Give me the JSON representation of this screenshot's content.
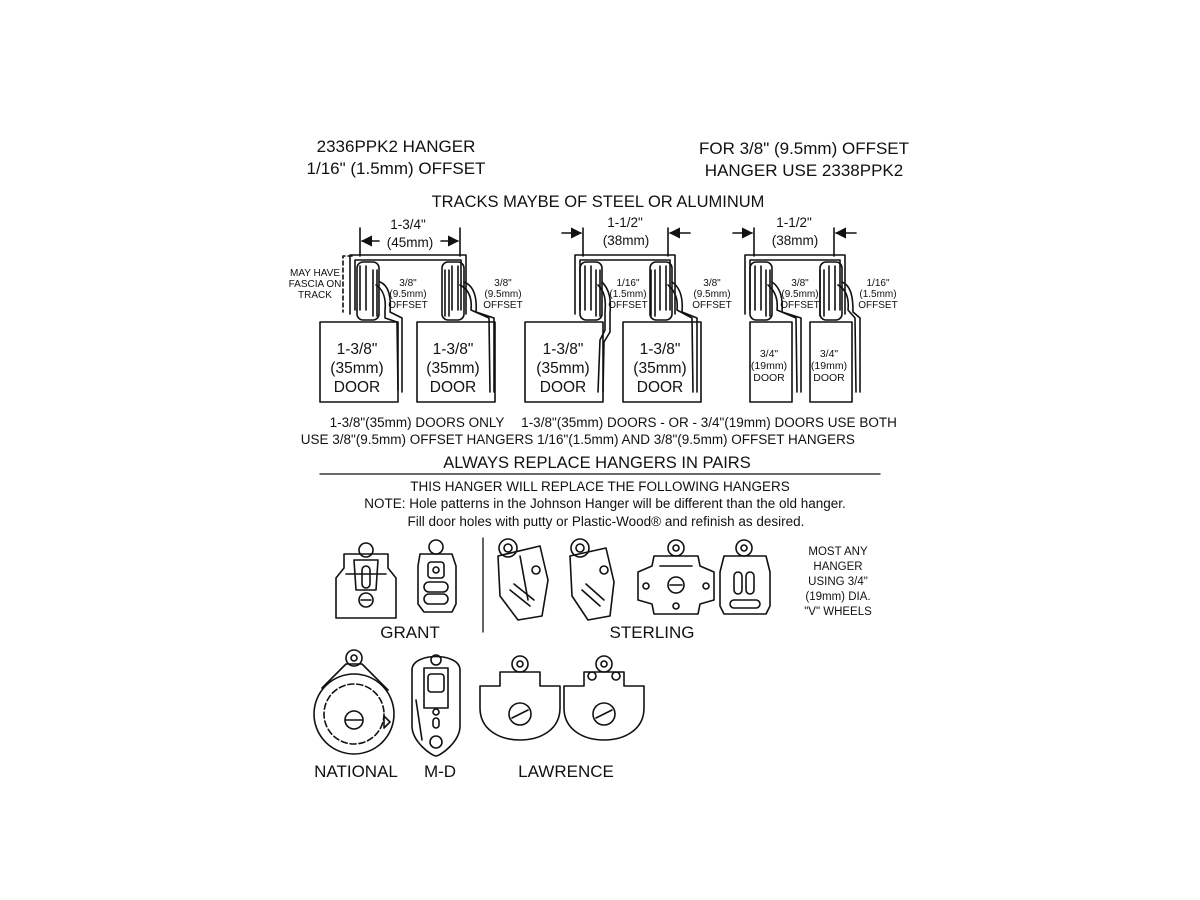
{
  "header": {
    "left_line1": "2336PPK2 HANGER",
    "left_line2": "1/16\" (1.5mm) OFFSET",
    "right_line1": "FOR 3/8\" (9.5mm) OFFSET",
    "right_line2": "HANGER USE 2338PPK2"
  },
  "tracks_title": "TRACKS MAYBE OF STEEL OR ALUMINUM",
  "dims": {
    "d1_frac": "1-3/4\"",
    "d1_mm": "(45mm)",
    "d2_frac": "1-1/2\"",
    "d2_mm": "(38mm)",
    "d3_frac": "1-1/2\"",
    "d3_mm": "(38mm)"
  },
  "fascia_note": "MAY HAVE FASCIA ON TRACK",
  "offsets": {
    "o1": "3/8\" (9.5mm) OFFSET",
    "o2": "3/8\" (9.5mm) OFFSET",
    "o3": "1/16\" (1.5mm) OFFSET",
    "o4": "3/8\" (9.5mm) OFFSET",
    "o5": "3/8\" (9.5mm) OFFSET",
    "o6": "1/16\" (1.5mm) OFFSET"
  },
  "doors": {
    "big": "1-3/8\" (35mm) DOOR",
    "small": "3/4\" (19mm) DOOR"
  },
  "captions": {
    "left_line1": "1-3/8\"(35mm) DOORS ONLY",
    "left_line2": "USE 3/8\"(9.5mm) OFFSET HANGERS",
    "right_line1": "1-3/8\"(35mm) DOORS - OR - 3/4\"(19mm) DOORS USE BOTH",
    "right_line2": "1/16\"(1.5mm)  AND 3/8\"(9.5mm) OFFSET HANGERS"
  },
  "pairs_title": "ALWAYS REPLACE HANGERS IN PAIRS",
  "notes": {
    "line1": "THIS HANGER WILL REPLACE THE FOLLOWING HANGERS",
    "line2": "NOTE: Hole patterns in the Johnson Hanger will be different than the old hanger.",
    "line3": "Fill door holes with putty or Plastic-Wood® and refinish as desired."
  },
  "most_any": "MOST ANY HANGER USING 3/4\" (19mm) DIA. \"V\" WHEELS",
  "brands": {
    "grant": "GRANT",
    "sterling": "STERLING",
    "national": "NATIONAL",
    "md": "M-D",
    "lawrence": "LAWRENCE"
  }
}
